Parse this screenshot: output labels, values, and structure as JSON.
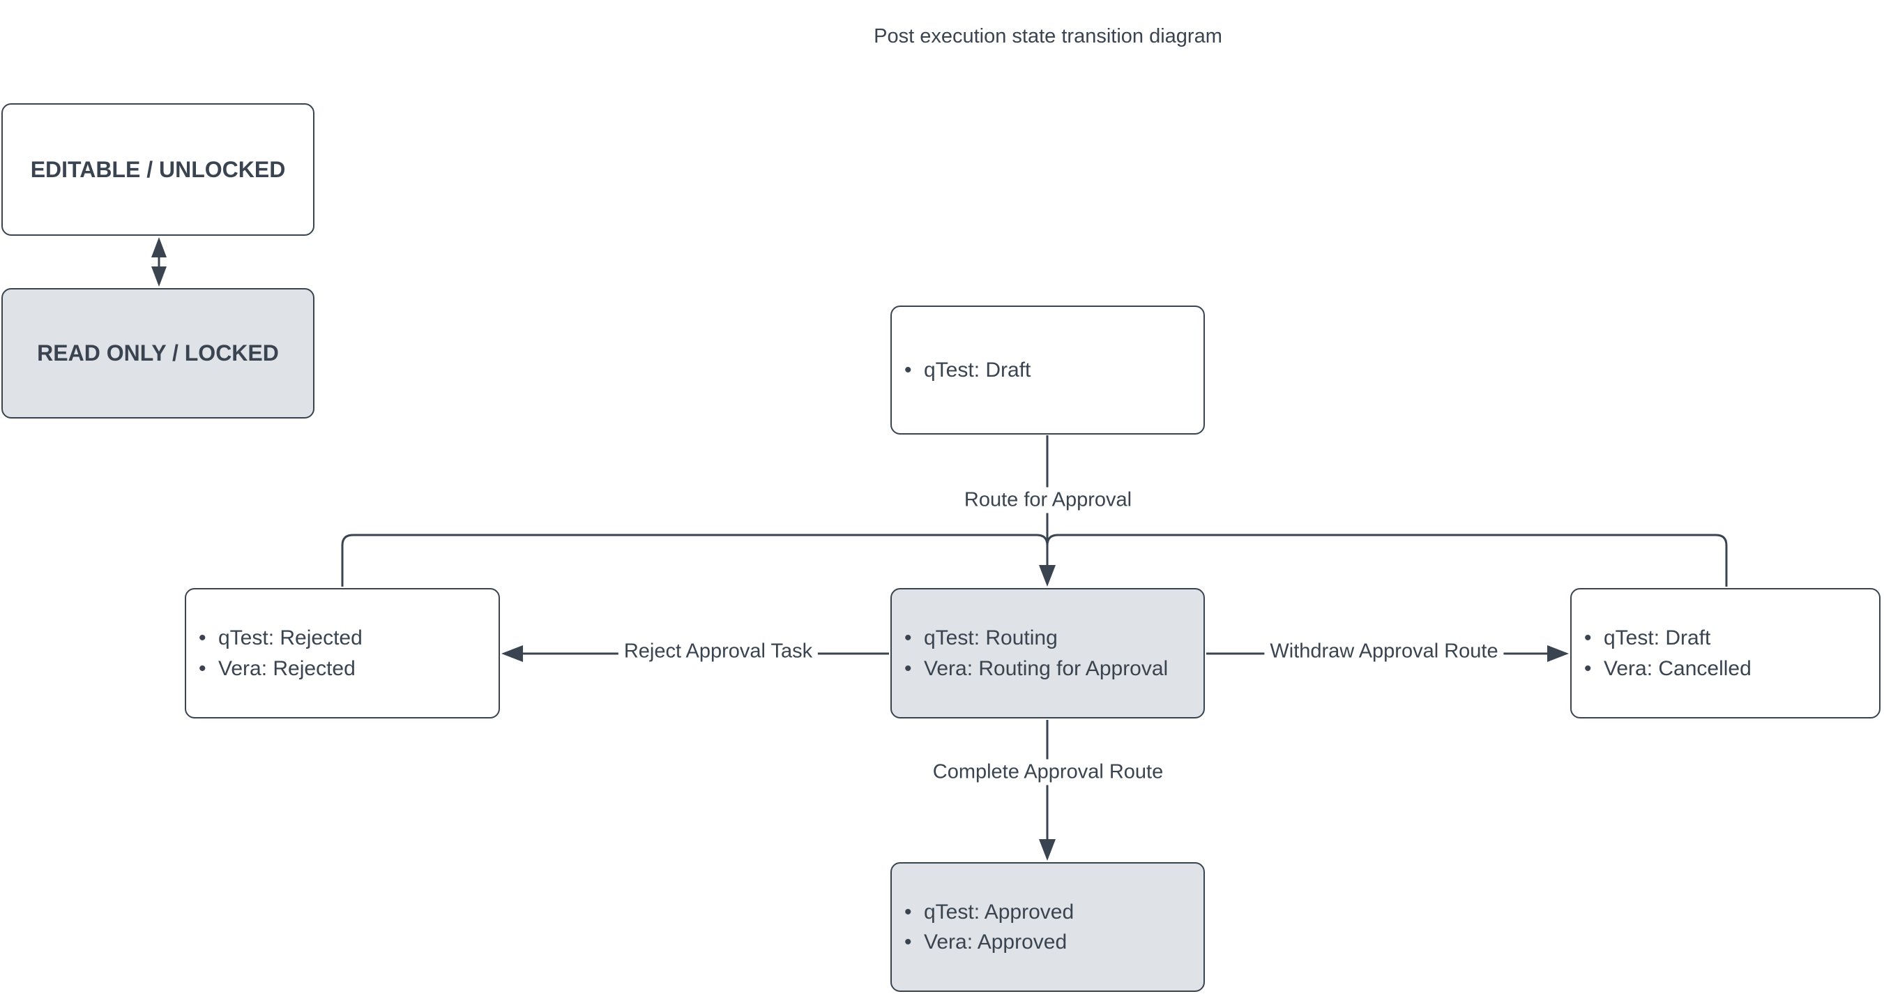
{
  "title": "Post execution state transition diagram",
  "bullet": "•",
  "colors": {
    "stroke": "#3a4450",
    "text": "#3a4450",
    "gray_fill": "#dfe2e6",
    "white_fill": "#ffffff"
  },
  "legend": {
    "editable_label": "EDITABLE / UNLOCKED",
    "readonly_label": "READ ONLY / LOCKED"
  },
  "nodes": {
    "draft": {
      "items": [
        "qTest: Draft"
      ]
    },
    "routing": {
      "items": [
        "qTest: Routing",
        "Vera: Routing for Approval"
      ]
    },
    "rejected": {
      "items": [
        "qTest: Rejected",
        "Vera: Rejected"
      ]
    },
    "cancelled": {
      "items": [
        "qTest: Draft",
        "Vera: Cancelled"
      ]
    },
    "approved": {
      "items": [
        "qTest: Approved",
        "Vera: Approved"
      ]
    }
  },
  "edges": {
    "route_label": "Route for Approval",
    "reject_label": "Reject Approval Task",
    "withdraw_label": "Withdraw Approval Route",
    "complete_label": "Complete Approval Route"
  }
}
